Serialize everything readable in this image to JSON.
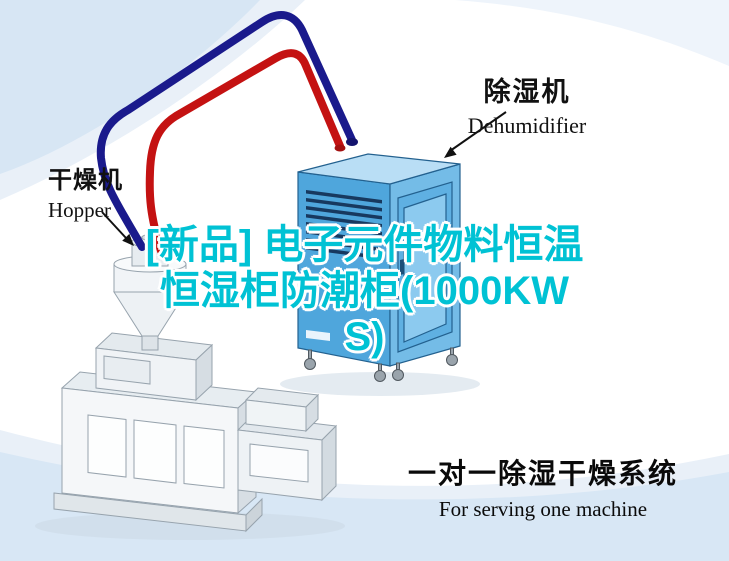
{
  "colors": {
    "title_text": "#00c2d4",
    "hot_pipe_red": "#c41212",
    "cold_pipe_blue": "#1a1a8c",
    "cabinet_blue": "#4fa6dc",
    "background_swoosh": "#d8e7f5",
    "label_text": "#111111"
  },
  "equipment_labels": {
    "dehumidifier": {
      "zh": "除湿机",
      "en": "Dehumidifier"
    },
    "dryer_hopper": {
      "zh": "干燥机",
      "en": "Hopper"
    }
  },
  "title": {
    "line1": "[新品] 电子元件物料恒温",
    "line2": "恒湿柜防潮柜(1000KW",
    "line3": "S)"
  },
  "caption": {
    "zh": "一对一除湿干燥系统",
    "en": "For serving one machine"
  }
}
